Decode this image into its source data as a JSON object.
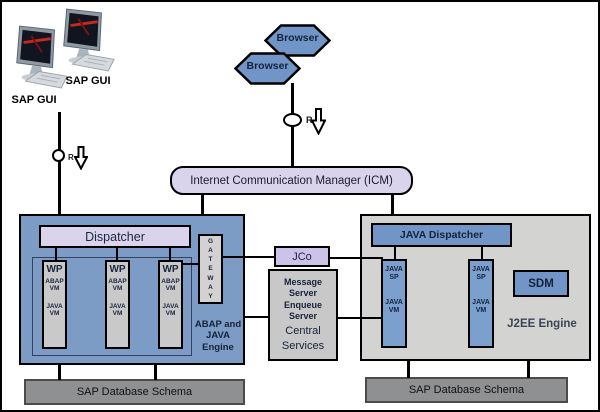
{
  "clients": {
    "sap_gui_labels": [
      "SAP GUI",
      "SAP GUI"
    ],
    "browser_labels": [
      "Browser",
      "Browser"
    ],
    "request_labels": [
      "R",
      "R"
    ]
  },
  "icm": {
    "label": "Internet Communication Manager (ICM)"
  },
  "abap_engine": {
    "dispatcher_label": "Dispatcher",
    "work_processes": [
      {
        "title": "WP",
        "abap": "ABAP\nVM",
        "java": "JAVA\nVM"
      },
      {
        "title": "WP",
        "abap": "ABAP\nVM",
        "java": "JAVA\nVM"
      },
      {
        "title": "WP",
        "abap": "ABAP\nVM",
        "java": "JAVA\nVM"
      }
    ],
    "gateway_label": "G\nA\nT\nE\nW\nA\nY",
    "engine_label": "ABAP and\nJAVA\nEngine"
  },
  "connector": {
    "jco_label": "JCo"
  },
  "central_services": {
    "small_lines": "Message\nServer\nEnqueue\nServer",
    "big_lines": "Central\nServices"
  },
  "j2ee_engine": {
    "dispatcher_label": "JAVA Dispatcher",
    "server_processes": [
      {
        "sp": "JAVA\nSP",
        "vm": "JAVA\nVM"
      },
      {
        "sp": "JAVA\nSP",
        "vm": "JAVA\nVM"
      }
    ],
    "sdm_label": "SDM",
    "engine_label": "J2EE Engine"
  },
  "databases": {
    "left_label": "SAP Database Schema",
    "right_label": "SAP Database Schema"
  },
  "colors": {
    "panel_blue": "#7C9CC5",
    "node_blue": "#7195C6",
    "lavender": "#D9D3EB",
    "panel_gray": "#D3D3D1",
    "node_gray": "#C9C9C9",
    "db_gray": "#8F9092",
    "text_dark": "#1b2540"
  }
}
